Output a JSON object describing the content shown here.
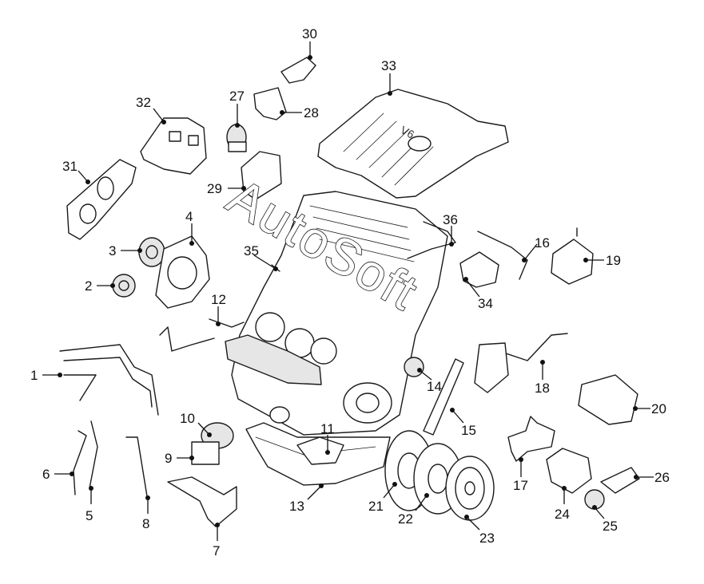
{
  "watermark": "AutoSoft",
  "callouts": [
    {
      "id": "1",
      "label": "1"
    },
    {
      "id": "2",
      "label": "2"
    },
    {
      "id": "3",
      "label": "3"
    },
    {
      "id": "4",
      "label": "4"
    },
    {
      "id": "5",
      "label": "5"
    },
    {
      "id": "6",
      "label": "6"
    },
    {
      "id": "7",
      "label": "7"
    },
    {
      "id": "8",
      "label": "8"
    },
    {
      "id": "9",
      "label": "9"
    },
    {
      "id": "10",
      "label": "10"
    },
    {
      "id": "11",
      "label": "11"
    },
    {
      "id": "12",
      "label": "12"
    },
    {
      "id": "13",
      "label": "13"
    },
    {
      "id": "14",
      "label": "14"
    },
    {
      "id": "15",
      "label": "15"
    },
    {
      "id": "16",
      "label": "16"
    },
    {
      "id": "17",
      "label": "17"
    },
    {
      "id": "18",
      "label": "18"
    },
    {
      "id": "19",
      "label": "19"
    },
    {
      "id": "20",
      "label": "20"
    },
    {
      "id": "21",
      "label": "21"
    },
    {
      "id": "22",
      "label": "22"
    },
    {
      "id": "23",
      "label": "23"
    },
    {
      "id": "24",
      "label": "24"
    },
    {
      "id": "25",
      "label": "25"
    },
    {
      "id": "26",
      "label": "26"
    },
    {
      "id": "27",
      "label": "27"
    },
    {
      "id": "28",
      "label": "28"
    },
    {
      "id": "29",
      "label": "29"
    },
    {
      "id": "30",
      "label": "30"
    },
    {
      "id": "31",
      "label": "31"
    },
    {
      "id": "32",
      "label": "32"
    },
    {
      "id": "33",
      "label": "33"
    },
    {
      "id": "34",
      "label": "34"
    },
    {
      "id": "35",
      "label": "35"
    },
    {
      "id": "36",
      "label": "36"
    }
  ],
  "engine_cover_badge": "V6"
}
